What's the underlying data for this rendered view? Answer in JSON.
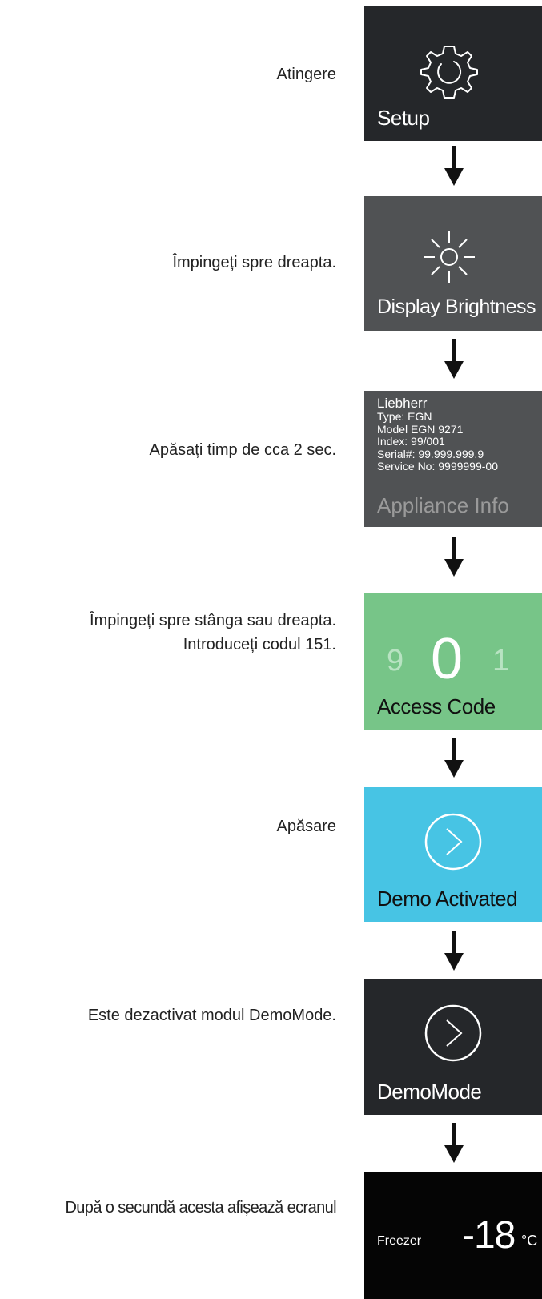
{
  "steps": [
    {
      "instruction": "Atingere",
      "screen": "Setup",
      "icon": "gear-icon"
    },
    {
      "instruction": "Împingeți spre dreapta.",
      "screen": "Display Brightness",
      "icon": "sun-icon"
    },
    {
      "instruction": "Apăsați timp de cca 2 sec.",
      "screen": "Appliance Info"
    },
    {
      "instruction_lines": [
        "Împingeți spre stânga sau dreapta.",
        "Introduceți codul 151."
      ],
      "screen": "Access Code"
    },
    {
      "instruction": "Apăsare",
      "screen": "Demo Activated",
      "icon": "chevron-circle-icon"
    },
    {
      "instruction": "Este dezactivat modul DemoMode.",
      "screen": "DemoMode",
      "icon": "chevron-circle-icon"
    },
    {
      "instruction": "După o secundă acesta afișează ecranul",
      "screen": "Freezer"
    }
  ],
  "appliance_info": {
    "brand": "Liebherr",
    "lines": [
      "Type: EGN",
      "Model EGN 9271",
      "Index: 99/001",
      "Serial#: 99.999.999.9",
      "Service No: 9999999-00"
    ]
  },
  "access_code": {
    "prev": "9",
    "current": "0",
    "next": "1"
  },
  "freezer": {
    "temperature": "-18",
    "unit": "°C"
  },
  "colors": {
    "dark": "#25272a",
    "grey": "#505254",
    "green": "#77c588",
    "cyan": "#47c4e4",
    "black": "#050505"
  }
}
